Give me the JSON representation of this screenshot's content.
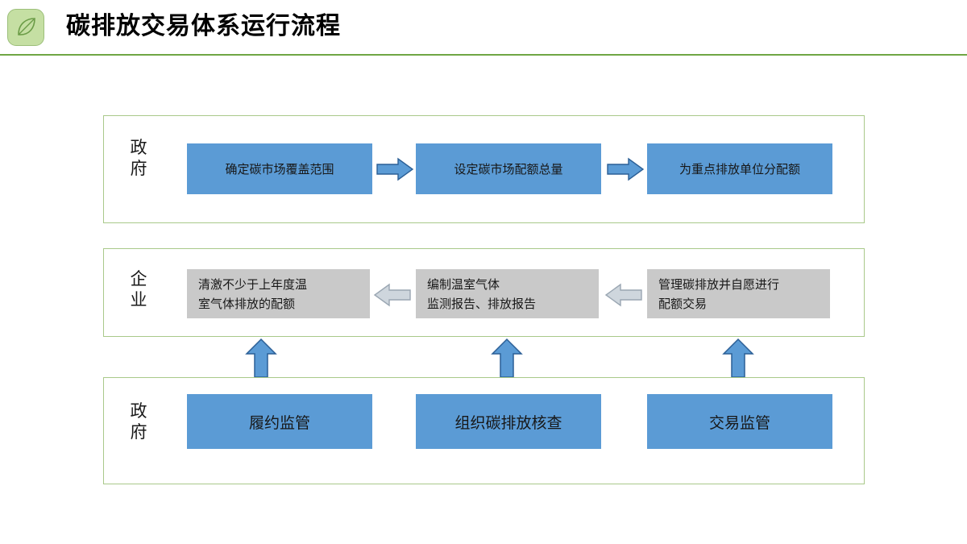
{
  "header": {
    "title": "碳排放交易体系运行流程",
    "icon": "leaf-icon",
    "accent_color": "#6fa644",
    "badge_bg": "#c5dfa3"
  },
  "theme": {
    "panel_border": "#a9c98a",
    "blue_node": "#5b9bd5",
    "gray_node": "#c9c9c9",
    "blue_arrow_fill": "#5b9bd5",
    "blue_arrow_stroke": "#2e5f8f",
    "gray_arrow_fill": "#ced6dd",
    "gray_arrow_stroke": "#9aa6b2",
    "text_color": "#171717"
  },
  "diagram": {
    "type": "flowchart",
    "rows": [
      {
        "id": "government-top",
        "label": "政\n府",
        "label_plain": "政府",
        "node_style": "blue",
        "flow_direction": "left-to-right",
        "nodes": [
          {
            "id": "r1a",
            "text": "确定碳市场覆盖范围"
          },
          {
            "id": "r1b",
            "text": "设定碳市场配额总量"
          },
          {
            "id": "r1c",
            "text": "为重点排放单位分配额"
          }
        ],
        "connectors": [
          {
            "id": "r1-arrow-1",
            "icon": "arrow-right-icon",
            "from": "r1a",
            "to": "r1b"
          },
          {
            "id": "r1-arrow-2",
            "icon": "arrow-right-icon",
            "from": "r1b",
            "to": "r1c"
          }
        ]
      },
      {
        "id": "enterprise",
        "label": "企\n业",
        "label_plain": "企业",
        "node_style": "gray",
        "flow_direction": "right-to-left",
        "nodes": [
          {
            "id": "r2a",
            "text": "清激不少于上年度温\n室气体排放的配额"
          },
          {
            "id": "r2b",
            "text": "编制温室气体\n监测报告、排放报告"
          },
          {
            "id": "r2c",
            "text": "管理碳排放并自愿进行\n配额交易"
          }
        ],
        "connectors": [
          {
            "id": "r2-arrow-1",
            "icon": "arrow-left-icon",
            "from": "r2b",
            "to": "r2a"
          },
          {
            "id": "r2-arrow-2",
            "icon": "arrow-left-icon",
            "from": "r2c",
            "to": "r2b"
          }
        ]
      },
      {
        "id": "government-bottom",
        "label": "政\n府",
        "label_plain": "政府",
        "node_style": "blue",
        "flow_direction": "upward",
        "nodes": [
          {
            "id": "r3a",
            "text": "履约监管"
          },
          {
            "id": "r3b",
            "text": "组织碳排放核查"
          },
          {
            "id": "r3c",
            "text": "交易监管"
          }
        ],
        "connectors": [
          {
            "id": "up-arrow-1",
            "icon": "arrow-up-icon",
            "from": "r3a",
            "to": "r2a"
          },
          {
            "id": "up-arrow-2",
            "icon": "arrow-up-icon",
            "from": "r3b",
            "to": "r2b"
          },
          {
            "id": "up-arrow-3",
            "icon": "arrow-up-icon",
            "from": "r3c",
            "to": "r2c"
          }
        ]
      }
    ]
  }
}
